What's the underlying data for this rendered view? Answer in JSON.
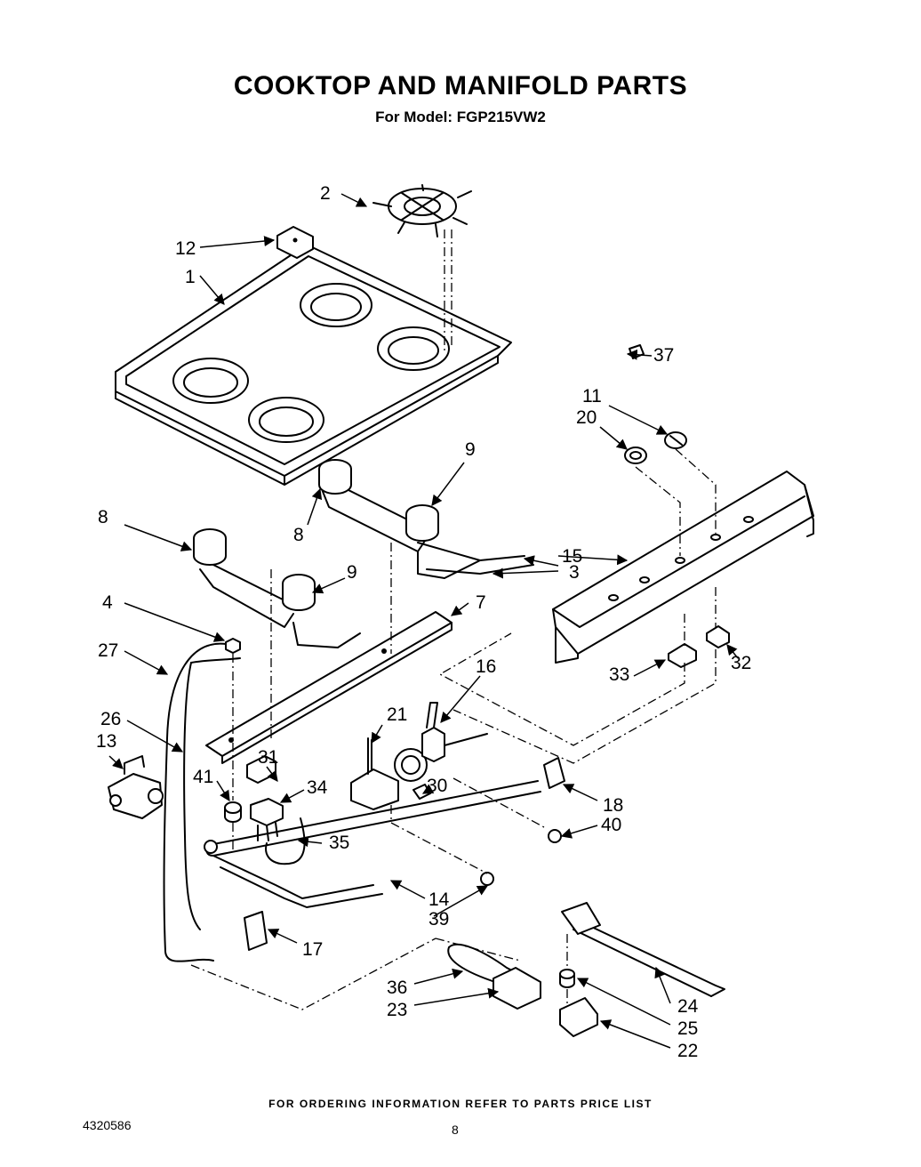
{
  "header": {
    "title": "COOKTOP AND MANIFOLD PARTS",
    "subtitle": "For Model: FGP215VW2"
  },
  "footer": {
    "note": "FOR ORDERING INFORMATION REFER TO PARTS PRICE LIST",
    "doc_number": "4320586",
    "page_number": "8"
  },
  "callouts": [
    "1",
    "2",
    "3",
    "4",
    "7",
    "8",
    "8",
    "9",
    "9",
    "11",
    "12",
    "13",
    "14",
    "15",
    "16",
    "17",
    "18",
    "20",
    "21",
    "22",
    "23",
    "24",
    "25",
    "26",
    "27",
    "30",
    "31",
    "32",
    "33",
    "34",
    "35",
    "36",
    "37",
    "39",
    "40",
    "41"
  ]
}
